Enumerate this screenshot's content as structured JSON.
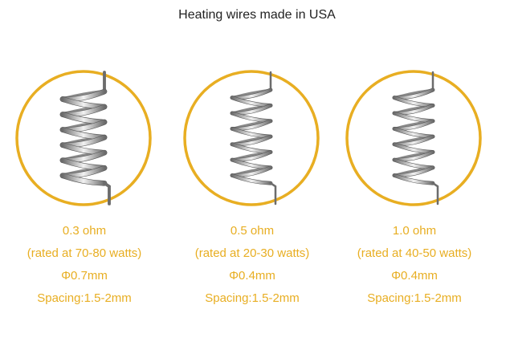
{
  "title": "Heating wires made in USA",
  "colors": {
    "accent": "#e8ae22",
    "text": "#222222",
    "wire_light": "#f2f2f2",
    "wire_dark": "#6c6c6c"
  },
  "items": [
    {
      "resistance": "0.3 ohm",
      "rating": "(rated at 70-80 watts)",
      "diameter": "Φ0.7mm",
      "spacing": "Spacing:1.5-2mm",
      "icon": "thick-coil-icon"
    },
    {
      "resistance": "0.5 ohm",
      "rating": "(rated at 20-30 watts)",
      "diameter": "Φ0.4mm",
      "spacing": "Spacing:1.5-2mm",
      "icon": "thin-coil-icon"
    },
    {
      "resistance": "1.0 ohm",
      "rating": "(rated at 40-50 watts)",
      "diameter": "Φ0.4mm",
      "spacing": "Spacing:1.5-2mm",
      "icon": "thin-coil-icon"
    }
  ]
}
